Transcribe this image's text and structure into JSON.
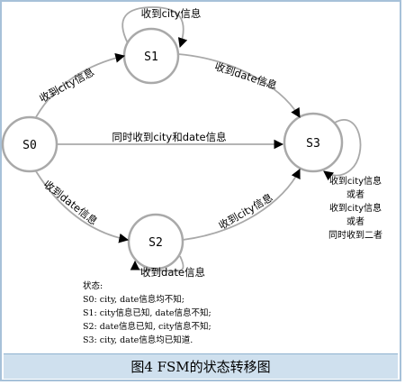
{
  "states": {
    "s0": "S0",
    "s1": "S1",
    "s2": "S2",
    "s3": "S3"
  },
  "edges": {
    "s1_self": "收到city信息",
    "s0_s1": "收到city信息",
    "s1_s3": "收到date信息",
    "s0_s3": "同时收到city和date信息",
    "s0_s2": "收到date信息",
    "s2_s3": "收到city信息",
    "s2_self": "收到date信息"
  },
  "s3_self_note": [
    "收到city信息",
    "或者",
    "收到city信息",
    "或者",
    "同时收到二者"
  ],
  "legend": {
    "title": "状态:",
    "lines": [
      "S0: city, date信息均不知;",
      "S1: city信息已知, date信息不知;",
      "S2: date信息已知, city信息不知;",
      "S3: city, date信息均已知道."
    ]
  },
  "caption": "图4  FSM的状态转移图",
  "colors": {
    "circle": "#a9a9a9",
    "caption_bg": "#cfe0ee",
    "frame": "#a7c1d9"
  }
}
